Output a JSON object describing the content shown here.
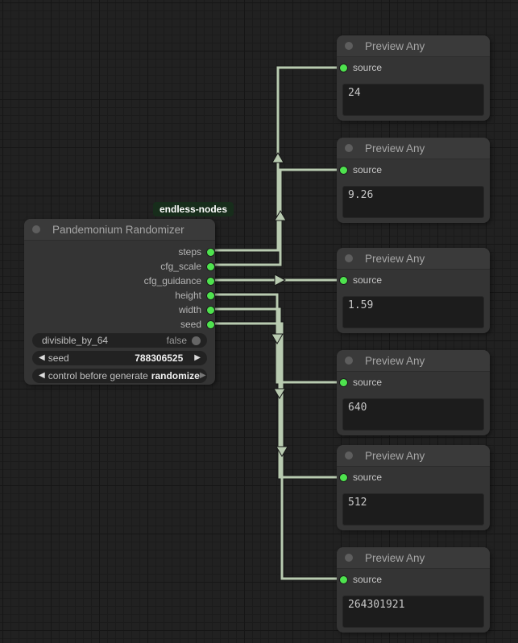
{
  "colors": {
    "canvas_bg": "#212121",
    "node_bg": "#343434",
    "node_title_bg": "#3a3a3a",
    "wire": "#b9cbb1",
    "port_green": "#4ee34e",
    "badge_bg": "#172d1b",
    "value_box_bg": "#1c1c1c"
  },
  "badge": {
    "label": "endless-nodes"
  },
  "pandemonium": {
    "title": "Pandemonium Randomizer",
    "outputs": [
      "steps",
      "cfg_scale",
      "cfg_guidance",
      "height",
      "width",
      "seed"
    ],
    "widgets": {
      "divisible_by_64": {
        "label": "divisible_by_64",
        "value": "false"
      },
      "seed": {
        "label": "seed",
        "value": "788306525",
        "dec_arrow": "◀",
        "inc_arrow": "▶"
      },
      "control_before_generate": {
        "label": "control before generate",
        "value": "randomize",
        "dec_arrow": "◀",
        "inc_arrow": "▶"
      }
    }
  },
  "previews": [
    {
      "title": "Preview Any",
      "input": "source",
      "value": "24"
    },
    {
      "title": "Preview Any",
      "input": "source",
      "value": "9.26"
    },
    {
      "title": "Preview Any",
      "input": "source",
      "value": "1.59"
    },
    {
      "title": "Preview Any",
      "input": "source",
      "value": "640"
    },
    {
      "title": "Preview Any",
      "input": "source",
      "value": "512"
    },
    {
      "title": "Preview Any",
      "input": "source",
      "value": "264301921"
    }
  ],
  "links": [
    {
      "from_output": "steps",
      "to_preview": 1,
      "direction": "up"
    },
    {
      "from_output": "cfg_scale",
      "to_preview": 2,
      "direction": "up"
    },
    {
      "from_output": "cfg_guidance",
      "to_preview": 3,
      "direction": "straight"
    },
    {
      "from_output": "height",
      "to_preview": 4,
      "direction": "down"
    },
    {
      "from_output": "width",
      "to_preview": 5,
      "direction": "down"
    },
    {
      "from_output": "seed",
      "to_preview": 6,
      "direction": "down"
    }
  ]
}
